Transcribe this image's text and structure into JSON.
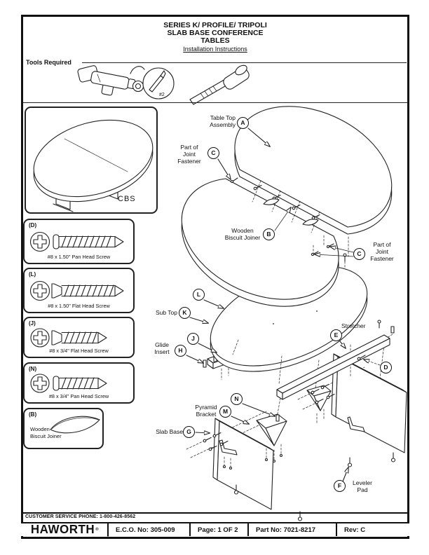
{
  "header": {
    "title_lines": [
      "SERIES K/ PROFILE/ TRIPOLI",
      "SLAB BASE CONFERENCE",
      "TABLES"
    ],
    "subtitle": "Installation Instructions"
  },
  "tools": {
    "heading": "Tools Required",
    "bit_label": "#2",
    "items": [
      "power-driver",
      "number-2-phillips-bit",
      "rubber-mallet"
    ]
  },
  "overview": {
    "model_label": "CBS"
  },
  "parts": [
    {
      "key": "(D)",
      "label": "#8 x 1.50\" Pan Head Screw"
    },
    {
      "key": "(L)",
      "label": "#8 x 1.50\" Flat Head Screw"
    },
    {
      "key": "(J)",
      "label": "#8 x 3/4\" Flat Head Screw"
    },
    {
      "key": "(N)",
      "label": "#8 x 3/4\" Pan Head Screw"
    },
    {
      "key": "(B)",
      "line1": "Wooden",
      "line2": "Biscuit Joiner"
    }
  ],
  "callouts": {
    "a": {
      "letter": "A",
      "line1": "Table Top",
      "line2": "Assembly"
    },
    "c1": {
      "letter": "C",
      "line1": "Part of",
      "line2": "Joint",
      "line3": "Fastener"
    },
    "b": {
      "letter": "B",
      "line1": "Wooden",
      "line2": "Biscuit Joiner"
    },
    "c2": {
      "letter": "C",
      "line1": "Part of",
      "line2": "Joint",
      "line3": "Fastener"
    },
    "l": {
      "letter": "L"
    },
    "k": {
      "letter": "K",
      "label": "Sub Top"
    },
    "j": {
      "letter": "J"
    },
    "h": {
      "letter": "H",
      "line1": "Glide",
      "line2": "Insert"
    },
    "e": {
      "letter": "E",
      "label": "Stretcher"
    },
    "d": {
      "letter": "D"
    },
    "n": {
      "letter": "N"
    },
    "m": {
      "letter": "M",
      "line1": "Pyramid",
      "line2": "Bracket"
    },
    "g": {
      "letter": "G",
      "label": "Slab Base"
    },
    "f": {
      "letter": "F",
      "line1": "Leveler",
      "line2": "Pad"
    }
  },
  "footer": {
    "customer_service": "CUSTOMER SERVICE PHONE: 1-800-426-8562",
    "logo": "HAWORTH",
    "logo_reg": "®",
    "eco_no": "E.C.O. No: 305-009",
    "page_no": "Page: 1 OF 2",
    "part_no": "Part No: 7021-8217",
    "rev": "Rev: C"
  }
}
